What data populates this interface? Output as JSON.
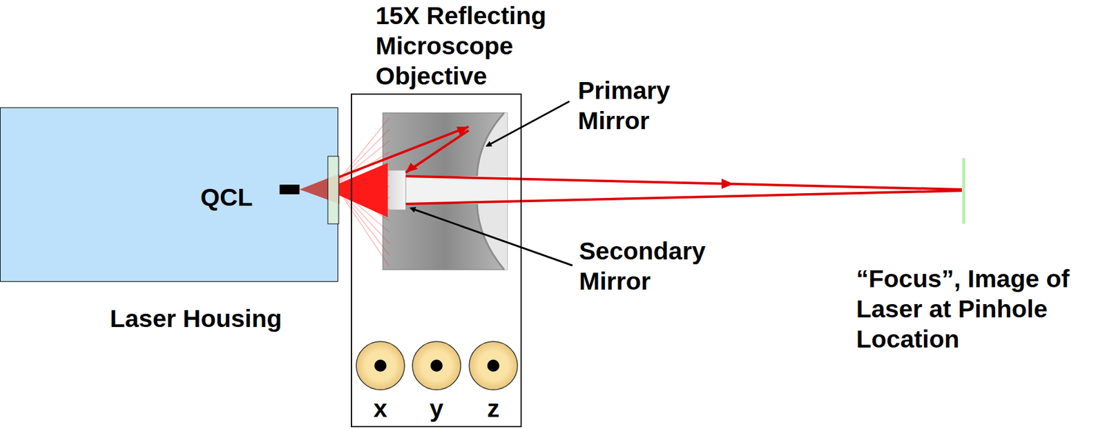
{
  "diagram": {
    "nodes": [
      {
        "text": [
          "Laser Housing"
        ]
      },
      {
        "text": [
          "15X Reflecting Microscope Objective"
        ]
      }
    ],
    "labels": [
      "QCL",
      "Primary Mirror",
      "Secondary Mirror",
      "“Focus”, Image of Laser at Pinhole Location",
      "x",
      "y",
      "z"
    ]
  }
}
